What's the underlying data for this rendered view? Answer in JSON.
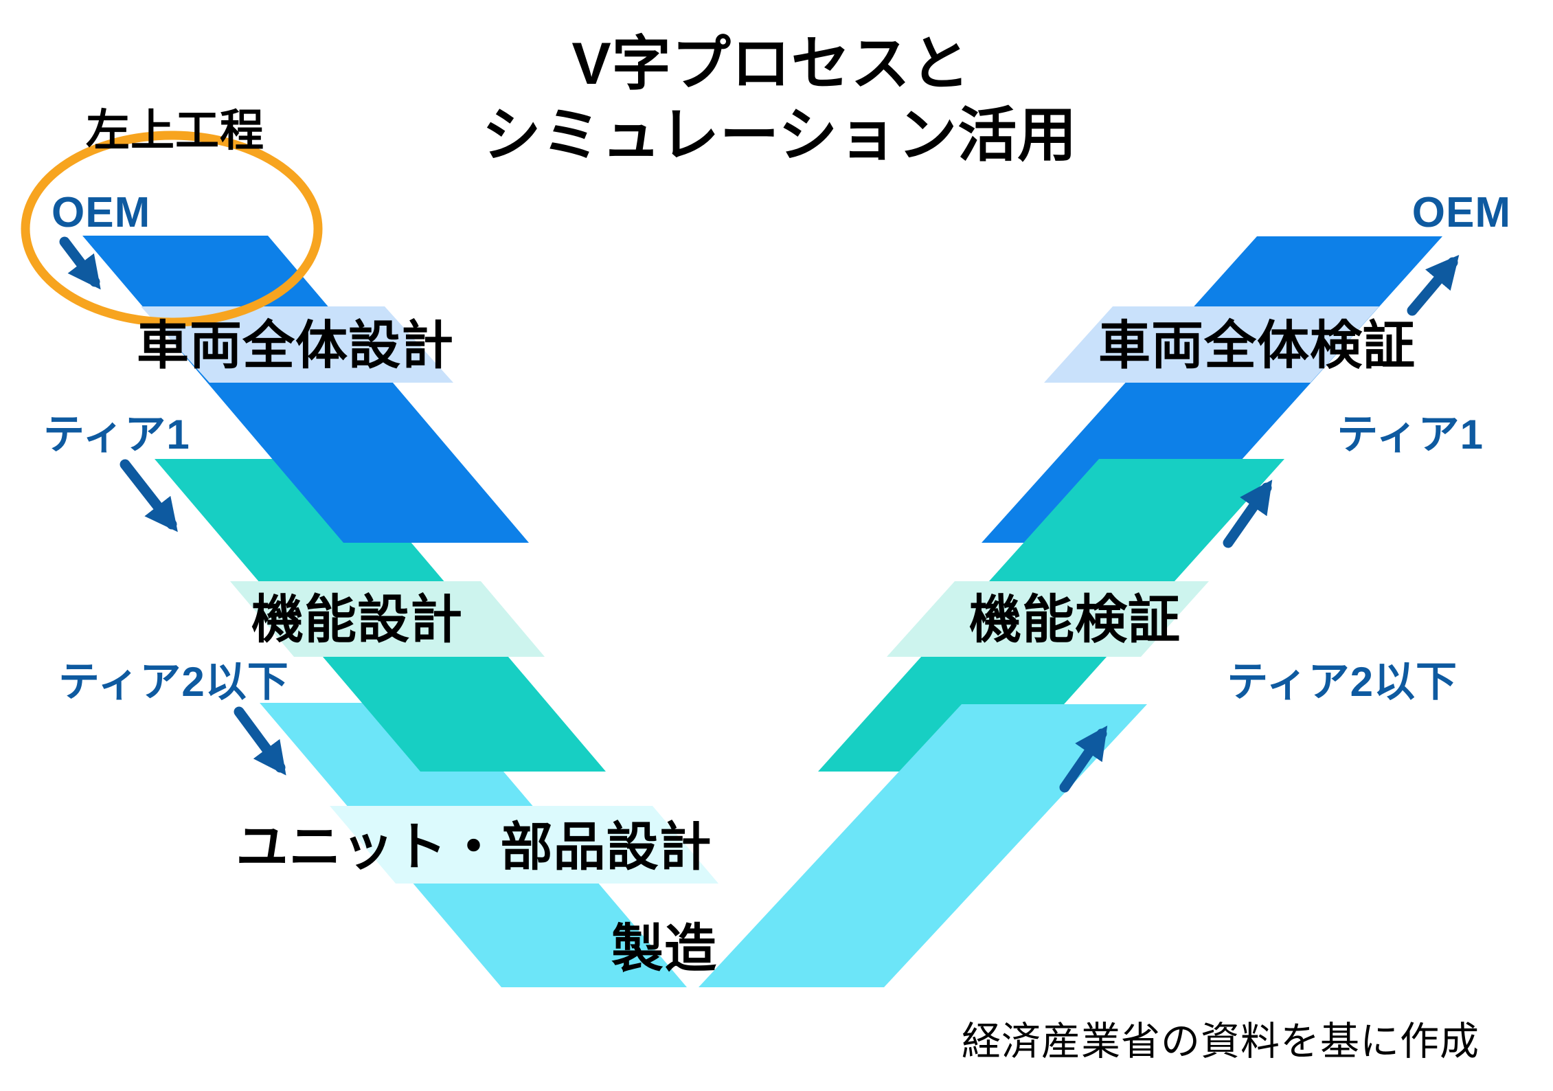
{
  "title": {
    "line1": "V字プロセスと",
    "line2": "シミュレーション活用"
  },
  "labels": {
    "upper_left_process": "左上工程",
    "oem_left": "OEM",
    "oem_right": "OEM",
    "tier1_left": "ティア1",
    "tier1_right": "ティア1",
    "tier2_left": "ティア2以下",
    "tier2_right": "ティア2以下",
    "vehicle_design": "車両全体設計",
    "vehicle_verification": "車両全体検証",
    "function_design": "機能設計",
    "function_verification": "機能検証",
    "unit_parts_design": "ユニット・部品設計",
    "manufacturing": "製造",
    "source_caption": "経済産業省の資料を基に作成"
  },
  "structure": {
    "left_arm_tiers": [
      {
        "actor": "OEM",
        "stage": "車両全体設計"
      },
      {
        "actor": "ティア1",
        "stage": "機能設計"
      },
      {
        "actor": "ティア2以下",
        "stage": "ユニット・部品設計"
      }
    ],
    "right_arm_tiers": [
      {
        "actor": "OEM",
        "stage": "車両全体検証"
      },
      {
        "actor": "ティア1",
        "stage": "機能検証"
      },
      {
        "actor": "ティア2以下",
        "stage": ""
      }
    ],
    "bottom_stage": "製造"
  },
  "colors": {
    "band_blue": "#0d80e8",
    "stripe_blue": "#c9e1fb",
    "band_teal": "#17cfc3",
    "stripe_teal": "#cdf4ee",
    "band_cyan": "#6ce5f8",
    "stripe_cyan": "#dcfafd",
    "label_navy": "#0e5aa0",
    "arrow_navy": "#0e5aa0",
    "highlight_orange": "#f7a41f",
    "text_black": "#000000",
    "background": "#ffffff"
  }
}
